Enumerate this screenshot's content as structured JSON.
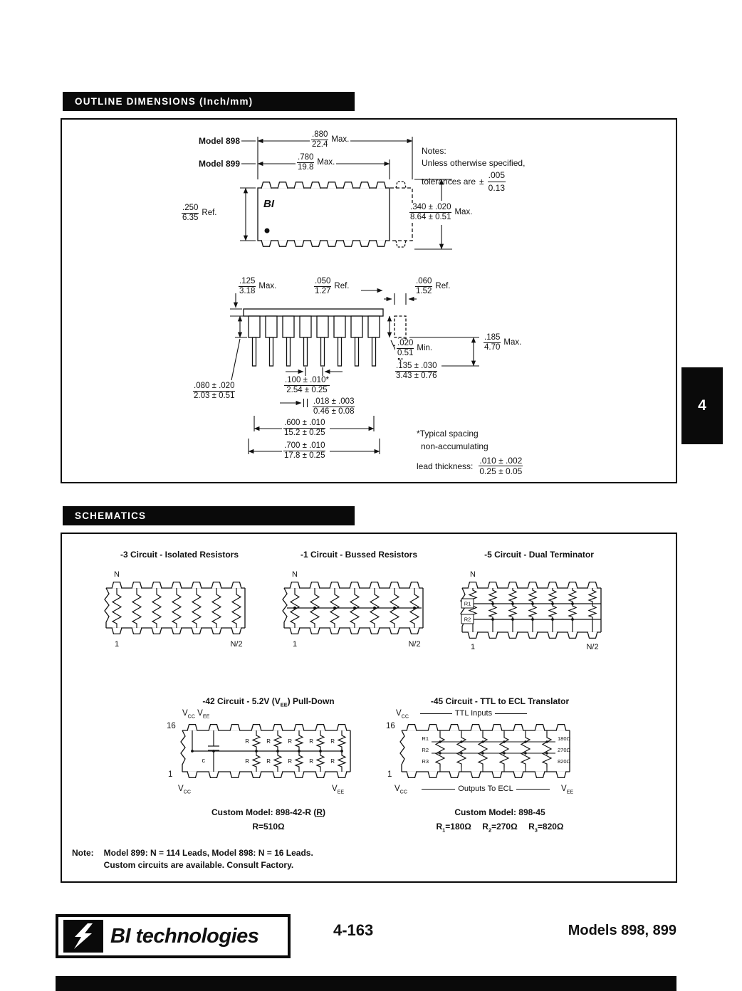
{
  "page": {
    "section_tab": "4",
    "page_number": "4-163",
    "models": "Models 898, 899"
  },
  "brand": {
    "bi": "BI",
    "tech": "technologies"
  },
  "outline": {
    "header": "OUTLINE DIMENSIONS (Inch/mm)",
    "model898": "Model 898",
    "model899": "Model 899",
    "chip_logo": "BI",
    "notes": {
      "title": "Notes:",
      "line1": "Unless otherwise specified,",
      "line2": "tolerances are",
      "pm": "±"
    },
    "dims": {
      "d880": {
        "num": ".880",
        "den": "22.4",
        "suffix": "Max."
      },
      "d780": {
        "num": ".780",
        "den": "19.8",
        "suffix": "Max."
      },
      "d250": {
        "num": ".250",
        "den": "6.35",
        "suffix": "Ref."
      },
      "d340": {
        "num": ".340 ± .020",
        "den": "8.64 ± 0.51",
        "suffix": "Max."
      },
      "tol": {
        "num": ".005",
        "den": "0.13",
        "suffix": ""
      },
      "d125": {
        "num": ".125",
        "den": "3.18",
        "suffix": "Max."
      },
      "d050": {
        "num": ".050",
        "den": "1.27",
        "suffix": "Ref."
      },
      "d060": {
        "num": ".060",
        "den": "1.52",
        "suffix": "Ref."
      },
      "d020": {
        "num": ".020",
        "den": "0.51",
        "suffix": "Min."
      },
      "d185": {
        "num": ".185",
        "den": "4.70",
        "suffix": "Max."
      },
      "d100": {
        "num": ".100 ± .010*",
        "den": "2.54 ± 0.25",
        "suffix": ""
      },
      "d018": {
        "num": ".018 ± .003",
        "den": "0.46 ± 0.08",
        "suffix": ""
      },
      "d600": {
        "num": ".600 ± .010",
        "den": "15.2 ± 0.25",
        "suffix": ""
      },
      "d700": {
        "num": ".700 ± .010",
        "den": "17.8 ± 0.25",
        "suffix": ""
      },
      "d080": {
        "num": ".080 ± .020",
        "den": "2.03 ± 0.51",
        "suffix": ""
      },
      "d135": {
        "num": ".135 ± .030",
        "den": "3.43 ± 0.76",
        "suffix": ""
      },
      "lead": {
        "num": ".010 ± .002",
        "den": "0.25 ± 0.05",
        "suffix": ""
      }
    },
    "footnote1": "*Typical spacing",
    "footnote2": "non-accumulating",
    "lead_label": "lead thickness:"
  },
  "schematics": {
    "header": "SCHEMATICS",
    "vcc": {
      "v": "V",
      "s": "CC"
    },
    "vee": {
      "v": "V",
      "s": "EE"
    },
    "iso": {
      "title": "-3 Circuit - Isolated Resistors",
      "n": "N",
      "one": "1",
      "n2": "N/2"
    },
    "bus": {
      "title": "-1 Circuit - Bussed Resistors",
      "n": "N",
      "one": "1",
      "n2": "N/2"
    },
    "dual": {
      "title": "-5 Circuit - Dual Terminator",
      "n": "N",
      "one": "1",
      "n2": "N/2",
      "r1": "R1",
      "r2": "R2"
    },
    "pd": {
      "title_a": "-42 Circuit - 5.2V (V",
      "title_sub": "EE",
      "title_b": ") Pull-Down",
      "pin16": "16",
      "pin1": "1",
      "cap": "c",
      "r": "R",
      "custom_a": "Custom Model: 898-42-R (",
      "custom_r": "R",
      "custom_b": ")",
      "rval": "R=510Ω"
    },
    "tr": {
      "title": "-45 Circuit - TTL to ECL Translator",
      "ttl": "TTL Inputs",
      "out": "Outputs To ECL",
      "pin16": "16",
      "pin1": "1",
      "r1": "R1",
      "r2": "R2",
      "r3": "R3",
      "ohm1": "180Ω",
      "ohm2": "270Ω",
      "ohm3": "820Ω",
      "custom": "Custom Model: 898-45",
      "rv1": {
        "a": "R",
        "s": "1",
        "b": "=180Ω"
      },
      "rv2": {
        "a": "R",
        "s": "2",
        "b": "=270Ω"
      },
      "rv3": {
        "a": "R",
        "s": "3",
        "b": "=820Ω"
      }
    },
    "note_label": "Note:",
    "note_line1": "Model 899: N = 114 Leads, Model 898: N = 16 Leads.",
    "note_line2": "Custom circuits are available.  Consult Factory."
  }
}
